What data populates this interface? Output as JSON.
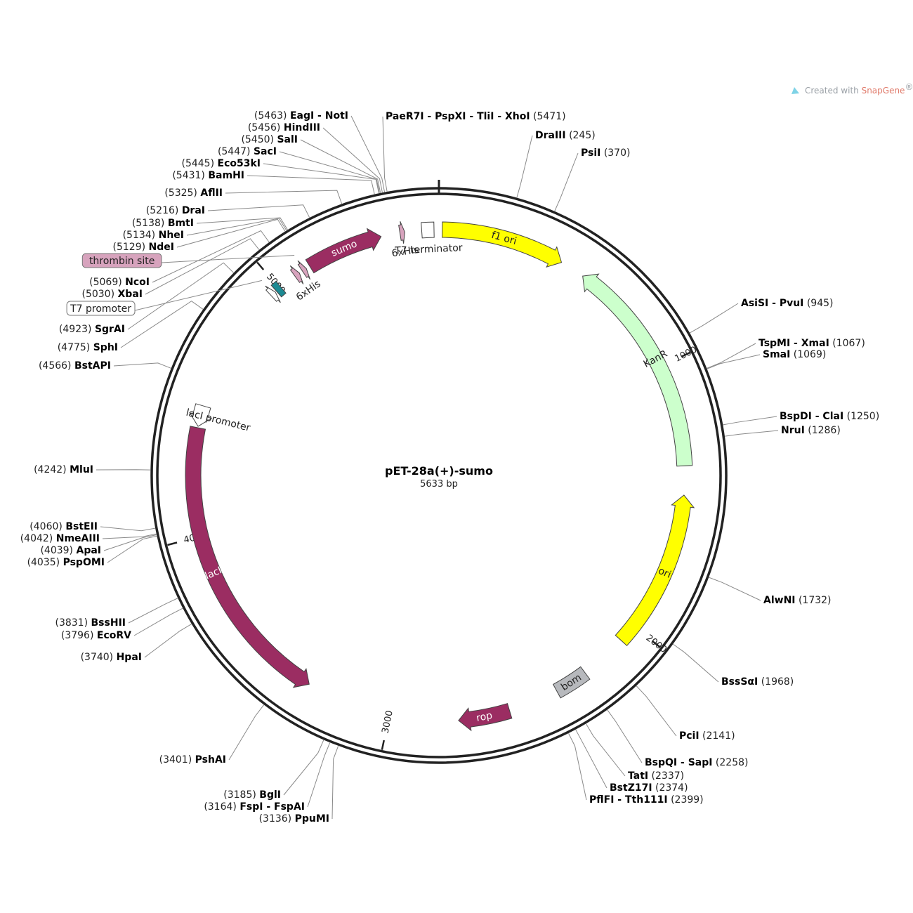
{
  "title": "pET-28a(+)-sumo",
  "subtitle": "5633 bp",
  "credit": {
    "prefix": "Created with ",
    "brand": "SnapGene",
    "mark": "®"
  },
  "total_bp": 5633,
  "colors": {
    "backbone": "#222222",
    "plum": "#9b2d62",
    "pink": "#d7a3bd",
    "yellow": "#ffff00",
    "kanr": "#ccffcc",
    "teal": "#1c8a93",
    "grey": "#b7b9bd",
    "white": "#ffffff"
  },
  "ticks": [
    {
      "label": "1000",
      "pos": 1000
    },
    {
      "label": "2000",
      "pos": 2000
    },
    {
      "label": "3000",
      "pos": 3000
    },
    {
      "label": "4000",
      "pos": 4000
    },
    {
      "label": "5000",
      "pos": 5000
    }
  ],
  "sites_right": [
    {
      "pos": 5471,
      "parts": [
        "PaeR7I",
        "PspXI",
        "TliI",
        "XhoI"
      ],
      "num": "(5471)"
    },
    {
      "pos": 245,
      "parts": [
        "DraIII"
      ],
      "num": "(245)"
    },
    {
      "pos": 370,
      "parts": [
        "PsiI"
      ],
      "num": "(370)"
    },
    {
      "pos": 945,
      "parts": [
        "AsiSI",
        "PvuI"
      ],
      "num": "(945)"
    },
    {
      "pos": 1067,
      "parts": [
        "TspMI",
        "XmaI"
      ],
      "num": "(1067)"
    },
    {
      "pos": 1069,
      "parts": [
        "SmaI"
      ],
      "num": "(1069)"
    },
    {
      "pos": 1250,
      "parts": [
        "BspDI",
        "ClaI"
      ],
      "num": "(1250)"
    },
    {
      "pos": 1286,
      "parts": [
        "NruI"
      ],
      "num": "(1286)"
    },
    {
      "pos": 1732,
      "parts": [
        "AlwNI"
      ],
      "num": "(1732)"
    },
    {
      "pos": 1968,
      "parts": [
        "BssSαI"
      ],
      "num": "(1968)"
    },
    {
      "pos": 2141,
      "parts": [
        "PciI"
      ],
      "num": "(2141)"
    },
    {
      "pos": 2258,
      "parts": [
        "BspQI",
        "SapI"
      ],
      "num": "(2258)"
    },
    {
      "pos": 2337,
      "parts": [
        "TatI"
      ],
      "num": "(2337)"
    },
    {
      "pos": 2374,
      "parts": [
        "BstZ17I"
      ],
      "num": "(2374)"
    },
    {
      "pos": 2399,
      "parts": [
        "PflFI",
        "Tth111I"
      ],
      "num": "(2399)"
    }
  ],
  "sites_left": [
    {
      "pos": 5463,
      "parts": [
        "EagI",
        "NotI"
      ],
      "num": "(5463)"
    },
    {
      "pos": 5456,
      "parts": [
        "HindIII"
      ],
      "num": "(5456)"
    },
    {
      "pos": 5450,
      "parts": [
        "SalI"
      ],
      "num": "(5450)"
    },
    {
      "pos": 5447,
      "parts": [
        "SacI"
      ],
      "num": "(5447)"
    },
    {
      "pos": 5445,
      "parts": [
        "Eco53kI"
      ],
      "num": "(5445)"
    },
    {
      "pos": 5431,
      "parts": [
        "BamHI"
      ],
      "num": "(5431)"
    },
    {
      "pos": 5325,
      "parts": [
        "AflII"
      ],
      "num": "(5325)"
    },
    {
      "pos": 5216,
      "parts": [
        "DraI"
      ],
      "num": "(5216)"
    },
    {
      "pos": 5138,
      "parts": [
        "BmtI"
      ],
      "num": "(5138)"
    },
    {
      "pos": 5134,
      "parts": [
        "NheI"
      ],
      "num": "(5134)"
    },
    {
      "pos": 5129,
      "parts": [
        "NdeI"
      ],
      "num": "(5129)"
    },
    {
      "pos": 5069,
      "parts": [
        "NcoI"
      ],
      "num": "(5069)"
    },
    {
      "pos": 5030,
      "parts": [
        "XbaI"
      ],
      "num": "(5030)"
    },
    {
      "pos": 4923,
      "parts": [
        "SgrAI"
      ],
      "num": "(4923)"
    },
    {
      "pos": 4775,
      "parts": [
        "SphI"
      ],
      "num": "(4775)"
    },
    {
      "pos": 4566,
      "parts": [
        "BstAPI"
      ],
      "num": "(4566)"
    },
    {
      "pos": 4242,
      "parts": [
        "MluI"
      ],
      "num": "(4242)"
    },
    {
      "pos": 4060,
      "parts": [
        "BstEII"
      ],
      "num": "(4060)"
    },
    {
      "pos": 4042,
      "parts": [
        "NmeAIII"
      ],
      "num": "(4042)"
    },
    {
      "pos": 4039,
      "parts": [
        "ApaI"
      ],
      "num": "(4039)"
    },
    {
      "pos": 4035,
      "parts": [
        "PspOMI"
      ],
      "num": "(4035)"
    },
    {
      "pos": 3831,
      "parts": [
        "BssHII"
      ],
      "num": "(3831)"
    },
    {
      "pos": 3796,
      "parts": [
        "EcoRV"
      ],
      "num": "(3796)"
    },
    {
      "pos": 3740,
      "parts": [
        "HpaI"
      ],
      "num": "(3740)"
    },
    {
      "pos": 3401,
      "parts": [
        "PshAI"
      ],
      "num": "(3401)"
    },
    {
      "pos": 3185,
      "parts": [
        "BglI"
      ],
      "num": "(3185)"
    },
    {
      "pos": 3164,
      "parts": [
        "FspI",
        "FspAI"
      ],
      "num": "(3164)"
    },
    {
      "pos": 3136,
      "parts": [
        "PpuMI"
      ],
      "num": "(3136)"
    }
  ],
  "site_separator": " - ",
  "features": [
    {
      "name": "f1 ori",
      "start": 12,
      "end": 468,
      "dir": 1,
      "color": "yellow",
      "label": "f1 ori",
      "label_mode": "inside"
    },
    {
      "name": "KanR",
      "start": 560,
      "end": 1373,
      "dir": -1,
      "color": "kanr",
      "label": "KanR",
      "label_mode": "inside"
    },
    {
      "name": "ori",
      "start": 1480,
      "end": 2068,
      "dir": -1,
      "color": "yellow",
      "label": "ori",
      "label_mode": "inside"
    },
    {
      "name": "bom",
      "start": 2245,
      "end": 2368,
      "dir": 0,
      "color": "grey",
      "label": "bom",
      "label_mode": "inside"
    },
    {
      "name": "rop",
      "start": 2555,
      "end": 2745,
      "dir": 1,
      "color": "plum",
      "label": "rop",
      "label_mode": "inside"
    },
    {
      "name": "lacI",
      "start": 3315,
      "end": 4400,
      "dir": -1,
      "color": "plum",
      "label": "lacI",
      "label_mode": "inside"
    },
    {
      "name": "lacI promoter",
      "start": 4405,
      "end": 4482,
      "dir": -1,
      "color": "white",
      "label": "lacI promoter",
      "label_mode": "beside"
    },
    {
      "name": "lac operator",
      "start": 4985,
      "end": 5007,
      "dir": 0,
      "color": "teal",
      "label": "lac operator",
      "label_mode": "below"
    },
    {
      "name": "T7 promoter",
      "start": 4960,
      "end": 4980,
      "dir": 1,
      "color": "white",
      "label": "",
      "label_mode": "none"
    },
    {
      "name": "thrombin site",
      "start": 5105,
      "end": 5122,
      "dir": 1,
      "color": "pink",
      "label": "",
      "label_mode": "none"
    },
    {
      "name": "6xHis",
      "start": 5072,
      "end": 5092,
      "dir": 1,
      "color": "pink",
      "label": "6xHis",
      "label_mode": "below"
    },
    {
      "name": "sumo",
      "start": 5137,
      "end": 5420,
      "dir": 1,
      "color": "plum",
      "label": "sumo",
      "label_mode": "inside"
    },
    {
      "name": "6xHis",
      "start": 5490,
      "end": 5508,
      "dir": 1,
      "color": "pink",
      "label": "6xHis",
      "label_mode": "below"
    },
    {
      "name": "T7 terminator",
      "start": 5570,
      "end": 5615,
      "dir": 0,
      "color": "white",
      "label": "T7 terminator",
      "label_mode": "below"
    }
  ],
  "boxed_labels": [
    {
      "text": "thrombin site",
      "color": "pink",
      "pos": 5112
    },
    {
      "text": "T7 promoter",
      "color": "white",
      "pos": 4972
    }
  ]
}
